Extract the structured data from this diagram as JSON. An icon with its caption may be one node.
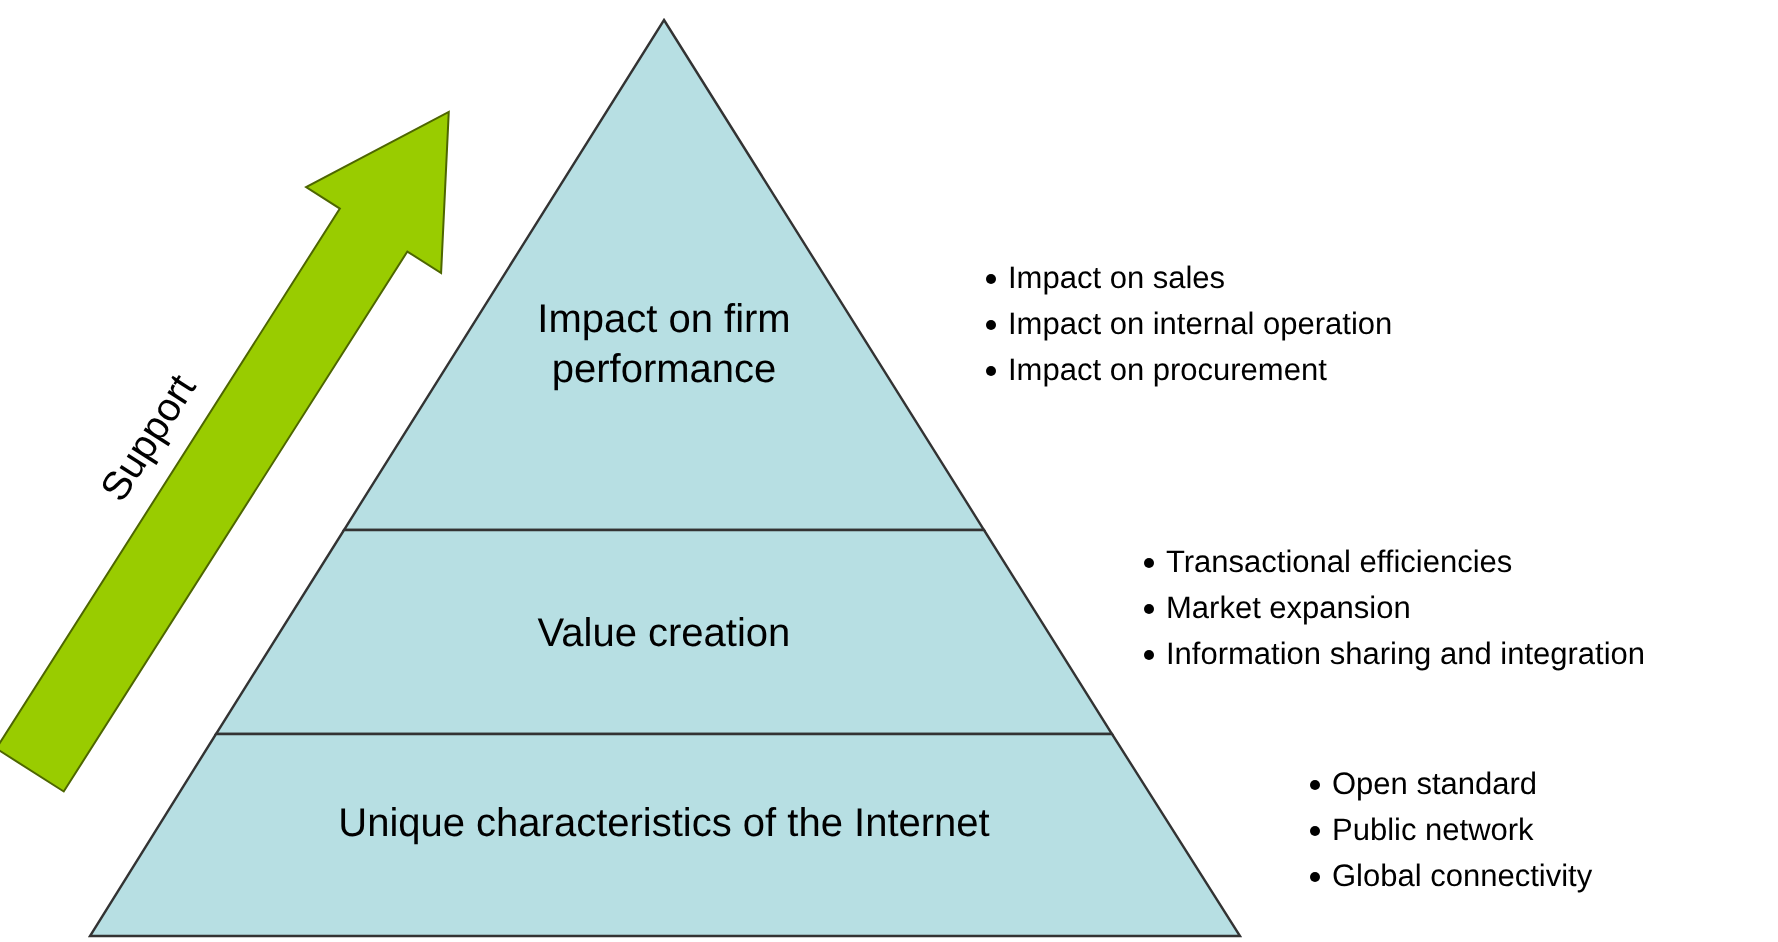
{
  "diagram": {
    "nodes": [
      {
        "text": [
          "Impact on firm performance"
        ],
        "beside": [
          "Impact on sales",
          "Impact on internal operation",
          "Impact on procurement"
        ]
      },
      {
        "text": [
          "Value creation"
        ],
        "beside": [
          "Transactional efficiencies",
          "Market expansion",
          "Information sharing and integration"
        ]
      },
      {
        "text": [
          "Unique characteristics of the Internet"
        ],
        "beside": [
          "Open standard",
          "Public network",
          "Global connectivity"
        ]
      }
    ],
    "labels": [
      "Support"
    ]
  }
}
